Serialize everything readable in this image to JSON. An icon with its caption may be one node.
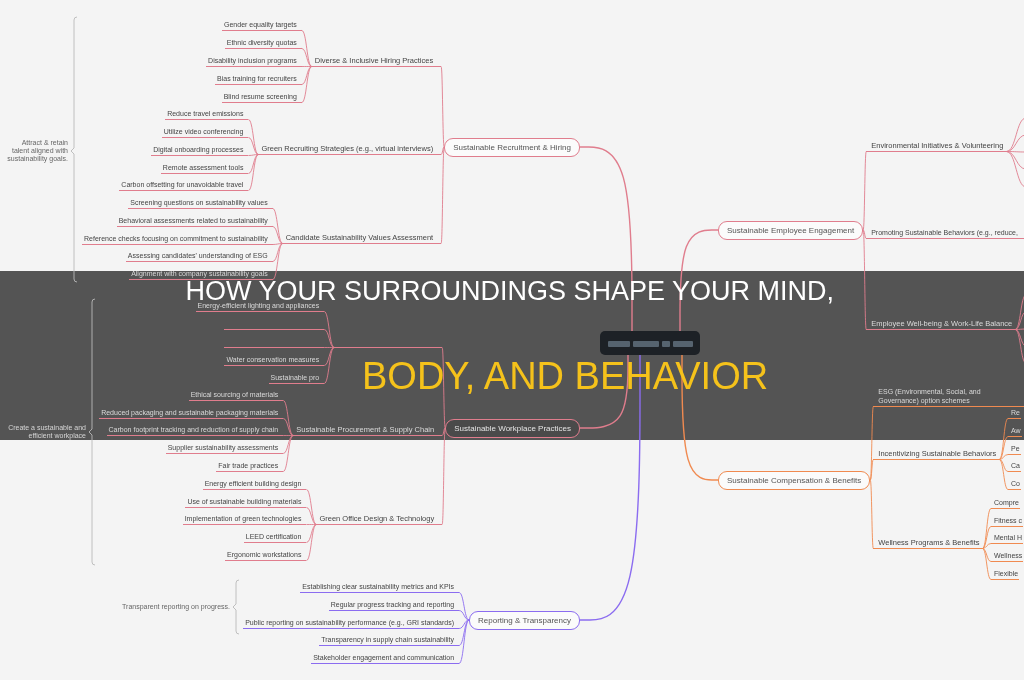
{
  "diagram": {
    "title": "HOW YOUR SURROUNDINGS SHAPE YOUR MIND, BODY, AND BEHAVIOR",
    "nodes": [
      {
        "text": [],
        "shape": "box"
      },
      {
        "text": [
          "Sustainable Recruitment & Hiring"
        ]
      },
      {
        "text": [
          "Diverse & Inclusive Hiring Practices"
        ]
      },
      {
        "text": [
          "Gender equality targets"
        ]
      },
      {
        "text": [
          "Ethnic diversity quotas"
        ]
      },
      {
        "text": [
          "Disability inclusion programs"
        ]
      },
      {
        "text": [
          "Bias training for recruiters"
        ]
      },
      {
        "text": [
          "Blind resume screening"
        ]
      },
      {
        "text": [
          "Green Recruiting Strategies (e.g., virtual interviews)"
        ]
      },
      {
        "text": [
          "Reduce travel emissions"
        ]
      },
      {
        "text": [
          "Utilize video conferencing"
        ]
      },
      {
        "text": [
          "Digital onboarding processes"
        ]
      },
      {
        "text": [
          "Remote assessment tools"
        ]
      },
      {
        "text": [
          "Carbon offsetting for unavoidable travel"
        ]
      },
      {
        "text": [
          "Candidate Sustainability Values Assessment"
        ]
      },
      {
        "text": [
          "Screening questions on sustainability values"
        ]
      },
      {
        "text": [
          "Behavioral assessments related to sustainability"
        ]
      },
      {
        "text": [
          "Reference checks focusing on commitment to sustainability"
        ]
      },
      {
        "text": [
          "Assessing candidates' understanding of ESG"
        ]
      },
      {
        "text": [
          "Alignment with company sustainability goals"
        ]
      },
      {
        "text": [
          "Sustainable Workplace Practices"
        ]
      },
      {
        "text": [],
        "shape": "line"
      },
      {
        "text": [
          "Energy-efficient lighting and appliances"
        ]
      },
      {
        "text": [],
        "shape": "line"
      },
      {
        "text": [],
        "shape": "line"
      },
      {
        "text": [
          "Water conservation measures"
        ]
      },
      {
        "text": [
          "Sustainable pro"
        ]
      },
      {
        "text": [
          "Sustainable Procurement & Supply Chain"
        ]
      },
      {
        "text": [
          "Ethical sourcing of materials"
        ]
      },
      {
        "text": [
          "Reduced packaging and sustainable packaging materials"
        ]
      },
      {
        "text": [
          "Carbon footprint tracking and reduction of supply chain"
        ]
      },
      {
        "text": [
          "Supplier sustainability assessments"
        ]
      },
      {
        "text": [
          "Fair trade practices"
        ]
      },
      {
        "text": [
          "Green Office Design & Technology"
        ]
      },
      {
        "text": [
          "Energy efficient building design"
        ]
      },
      {
        "text": [
          "Use of sustainable building materials"
        ]
      },
      {
        "text": [
          "Implementation of green technologies"
        ]
      },
      {
        "text": [
          "LEED certification"
        ]
      },
      {
        "text": [
          "Ergonomic workstations"
        ]
      },
      {
        "text": [
          "Reporting & Transparency"
        ]
      },
      {
        "text": [
          "Establishing clear sustainability metrics and KPIs"
        ]
      },
      {
        "text": [
          "Regular progress tracking and reporting"
        ]
      },
      {
        "text": [
          "Public reporting on sustainability performance (e.g., GRI standards)"
        ]
      },
      {
        "text": [
          "Transparency in supply chain sustainability"
        ]
      },
      {
        "text": [
          "Stakeholder engagement and communication"
        ]
      },
      {
        "text": [
          "Sustainable Employee Engagement"
        ]
      },
      {
        "text": [
          "Environmental Initiatives & Volunteering"
        ]
      },
      {
        "text": [
          "Promoting Sustainable Behaviors (e.g., reduce,"
        ]
      },
      {
        "text": [
          "Employee Well-being & Work-Life Balance"
        ]
      },
      {
        "text": [
          "Sustainable Compensation & Benefits"
        ]
      },
      {
        "text": [
          "ESG (Environmental, Social, and Governance) option schemes"
        ]
      },
      {
        "text": [
          "Incentivizing Sustainable Behaviors"
        ]
      },
      {
        "text": [
          "Re"
        ]
      },
      {
        "text": [
          "Aw"
        ]
      },
      {
        "text": [
          "Pe"
        ]
      },
      {
        "text": [
          "Ca"
        ]
      },
      {
        "text": [
          "Co"
        ]
      },
      {
        "text": [
          "Wellness Programs & Benefits"
        ]
      },
      {
        "text": [
          "Compre"
        ]
      },
      {
        "text": [
          "Fitness c"
        ]
      },
      {
        "text": [
          "Mental H"
        ]
      },
      {
        "text": [
          "Wellness"
        ]
      },
      {
        "text": [
          "Flexible"
        ]
      }
    ],
    "edges": [
      {
        "from": 0,
        "to": 1,
        "arrow": "none"
      },
      {
        "from": 1,
        "to": 2,
        "arrow": "none"
      },
      {
        "from": 2,
        "to": 3,
        "arrow": "none"
      },
      {
        "from": 2,
        "to": 4,
        "arrow": "none"
      },
      {
        "from": 2,
        "to": 5,
        "arrow": "none"
      },
      {
        "from": 2,
        "to": 6,
        "arrow": "none"
      },
      {
        "from": 2,
        "to": 7,
        "arrow": "none"
      },
      {
        "from": 1,
        "to": 8,
        "arrow": "none"
      },
      {
        "from": 8,
        "to": 9,
        "arrow": "none"
      },
      {
        "from": 8,
        "to": 10,
        "arrow": "none"
      },
      {
        "from": 8,
        "to": 11,
        "arrow": "none"
      },
      {
        "from": 8,
        "to": 12,
        "arrow": "none"
      },
      {
        "from": 8,
        "to": 13,
        "arrow": "none"
      },
      {
        "from": 1,
        "to": 14,
        "arrow": "none"
      },
      {
        "from": 14,
        "to": 15,
        "arrow": "none"
      },
      {
        "from": 14,
        "to": 16,
        "arrow": "none"
      },
      {
        "from": 14,
        "to": 17,
        "arrow": "none"
      },
      {
        "from": 14,
        "to": 18,
        "arrow": "none"
      },
      {
        "from": 14,
        "to": 19,
        "arrow": "none"
      },
      {
        "from": 0,
        "to": 20,
        "arrow": "none"
      },
      {
        "from": 20,
        "to": 21,
        "arrow": "none"
      },
      {
        "from": 21,
        "to": 22,
        "arrow": "none"
      },
      {
        "from": 21,
        "to": 23,
        "arrow": "none"
      },
      {
        "from": 21,
        "to": 24,
        "arrow": "none"
      },
      {
        "from": 21,
        "to": 25,
        "arrow": "none"
      },
      {
        "from": 21,
        "to": 26,
        "arrow": "none"
      },
      {
        "from": 20,
        "to": 27,
        "arrow": "none"
      },
      {
        "from": 27,
        "to": 28,
        "arrow": "none"
      },
      {
        "from": 27,
        "to": 29,
        "arrow": "none"
      },
      {
        "from": 27,
        "to": 30,
        "arrow": "none"
      },
      {
        "from": 27,
        "to": 31,
        "arrow": "none"
      },
      {
        "from": 27,
        "to": 32,
        "arrow": "none"
      },
      {
        "from": 20,
        "to": 33,
        "arrow": "none"
      },
      {
        "from": 33,
        "to": 34,
        "arrow": "none"
      },
      {
        "from": 33,
        "to": 35,
        "arrow": "none"
      },
      {
        "from": 33,
        "to": 36,
        "arrow": "none"
      },
      {
        "from": 33,
        "to": 37,
        "arrow": "none"
      },
      {
        "from": 33,
        "to": 38,
        "arrow": "none"
      },
      {
        "from": 0,
        "to": 39,
        "arrow": "none",
        "color": "#8b6cf0"
      },
      {
        "from": 39,
        "to": 40,
        "arrow": "none",
        "color": "#8b6cf0"
      },
      {
        "from": 39,
        "to": 41,
        "arrow": "none",
        "color": "#8b6cf0"
      },
      {
        "from": 39,
        "to": 42,
        "arrow": "none",
        "color": "#8b6cf0"
      },
      {
        "from": 39,
        "to": 43,
        "arrow": "none",
        "color": "#8b6cf0"
      },
      {
        "from": 39,
        "to": 44,
        "arrow": "none",
        "color": "#8b6cf0"
      },
      {
        "from": 0,
        "to": 45,
        "arrow": "none"
      },
      {
        "from": 45,
        "to": 46,
        "arrow": "none"
      },
      {
        "from": 46,
        "to": null,
        "arrow": "none"
      },
      {
        "from": 46,
        "to": null,
        "arrow": "none"
      },
      {
        "from": 46,
        "to": null,
        "arrow": "none"
      },
      {
        "from": 46,
        "to": null,
        "arrow": "none"
      },
      {
        "from": 46,
        "to": null,
        "arrow": "none"
      },
      {
        "from": 45,
        "to": 47,
        "arrow": "none"
      },
      {
        "from": 45,
        "to": 48,
        "arrow": "none"
      },
      {
        "from": 48,
        "to": null,
        "arrow": "none"
      },
      {
        "from": 48,
        "to": null,
        "arrow": "none"
      },
      {
        "from": 48,
        "to": null,
        "arrow": "none"
      },
      {
        "from": 48,
        "to": null,
        "arrow": "none"
      },
      {
        "from": 48,
        "to": null,
        "arrow": "none"
      },
      {
        "from": 0,
        "to": 49,
        "arrow": "none",
        "color": "#f08a50"
      },
      {
        "from": 49,
        "to": 50,
        "arrow": "none",
        "color": "#f08a50"
      },
      {
        "from": 49,
        "to": 51,
        "arrow": "none",
        "color": "#f08a50"
      },
      {
        "from": 51,
        "to": 52,
        "arrow": "none",
        "color": "#f08a50"
      },
      {
        "from": 51,
        "to": 53,
        "arrow": "none",
        "color": "#f08a50"
      },
      {
        "from": 51,
        "to": 54,
        "arrow": "none",
        "color": "#f08a50"
      },
      {
        "from": 51,
        "to": 55,
        "arrow": "none",
        "color": "#f08a50"
      },
      {
        "from": 51,
        "to": 56,
        "arrow": "none",
        "color": "#f08a50"
      },
      {
        "from": 49,
        "to": 57,
        "arrow": "none",
        "color": "#f08a50"
      },
      {
        "from": 57,
        "to": 58,
        "arrow": "none",
        "color": "#f08a50"
      },
      {
        "from": 57,
        "to": 59,
        "arrow": "none",
        "color": "#f08a50"
      },
      {
        "from": 57,
        "to": 60,
        "arrow": "none",
        "color": "#f08a50"
      },
      {
        "from": 57,
        "to": 61,
        "arrow": "none",
        "color": "#f08a50"
      },
      {
        "from": 57,
        "to": 62,
        "arrow": "none",
        "color": "#f08a50"
      }
    ],
    "labels": [
      "Attract & retain talent aligned with sustainability goals.",
      "Create a sustainable and efficient workplace",
      "Transparent reporting on progress."
    ]
  }
}
